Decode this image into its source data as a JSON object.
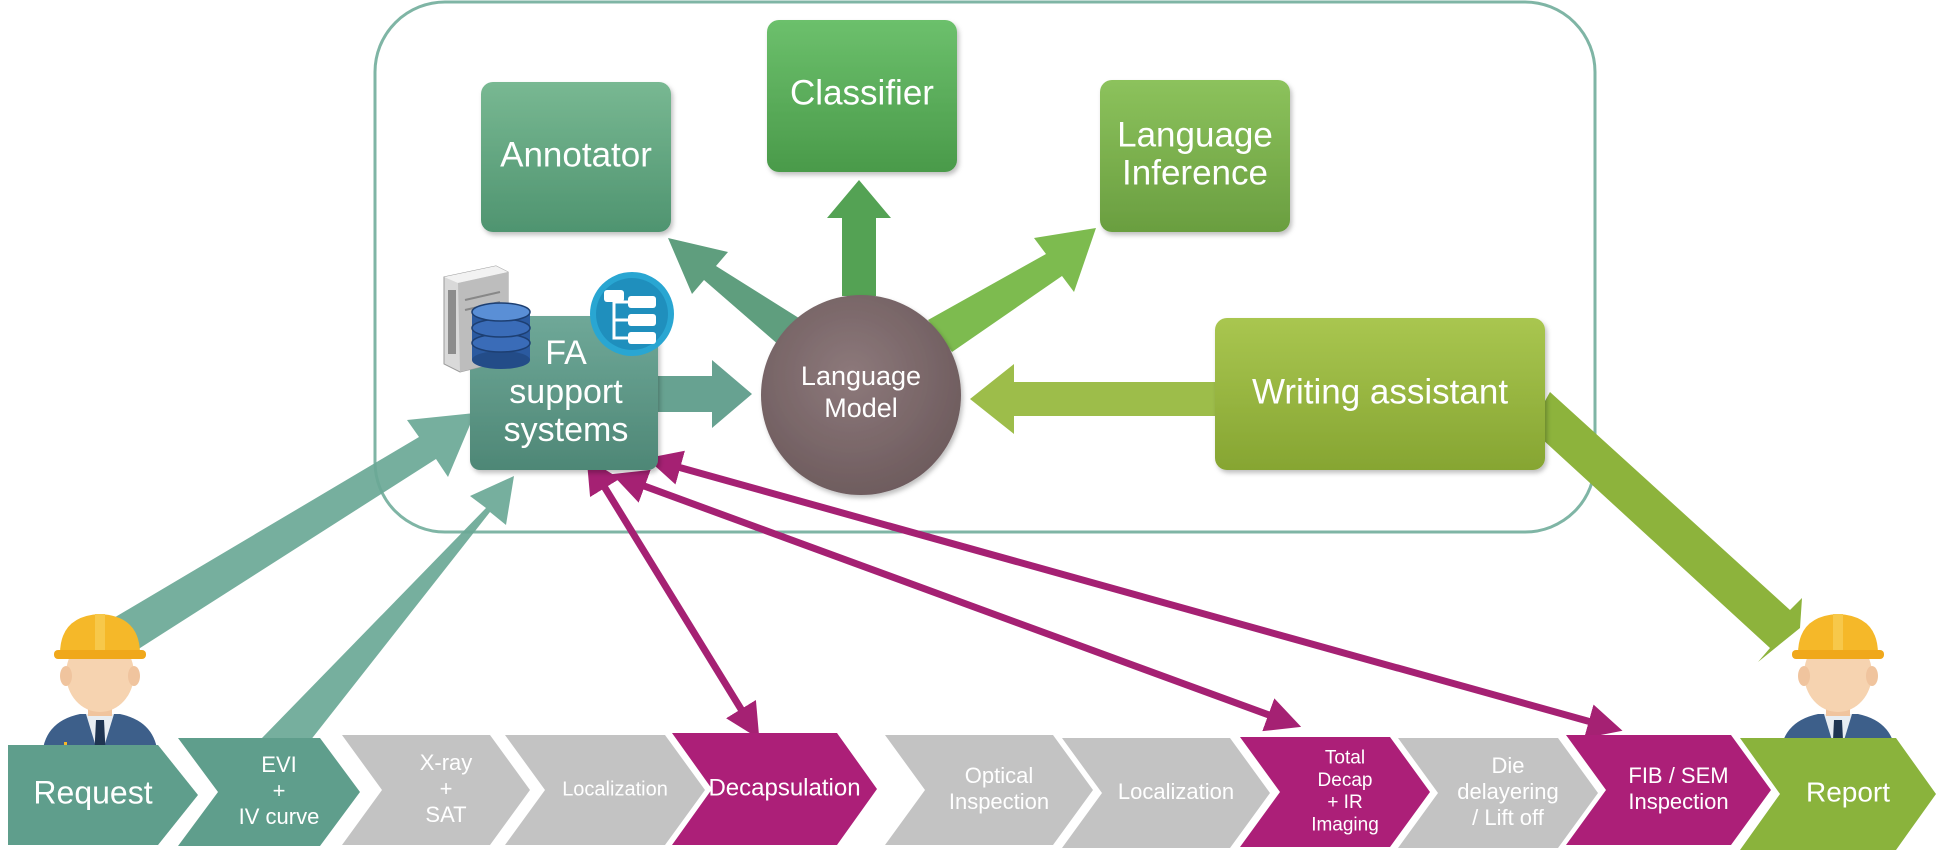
{
  "diagram": {
    "modules": {
      "annotator": "Annotator",
      "classifier": "Classifier",
      "language_inference_line1": "Language",
      "language_inference_line2": "Inference",
      "fa_support_line1": "FA",
      "fa_support_line2": "support",
      "fa_support_line3": "systems",
      "language_model_line1": "Language",
      "language_model_line2": "Model",
      "writing_assistant": "Writing assistant"
    },
    "process_steps": [
      {
        "lines": [
          "Request"
        ],
        "color": "teal"
      },
      {
        "lines": [
          "EVI",
          "+",
          "IV curve"
        ],
        "color": "teal"
      },
      {
        "lines": [
          "X-ray",
          "+",
          "SAT"
        ],
        "color": "gray"
      },
      {
        "lines": [
          "Localization"
        ],
        "color": "gray"
      },
      {
        "lines": [
          "Decapsulation"
        ],
        "color": "magenta"
      },
      {
        "lines": [
          "Optical",
          "Inspection"
        ],
        "color": "gray"
      },
      {
        "lines": [
          "Localization"
        ],
        "color": "gray"
      },
      {
        "lines": [
          "Total",
          "Decap",
          "+ IR",
          "Imaging"
        ],
        "color": "magenta"
      },
      {
        "lines": [
          "Die",
          "delayering",
          "/ Lift off"
        ],
        "color": "gray"
      },
      {
        "lines": [
          "FIB / SEM",
          "Inspection"
        ],
        "color": "magenta"
      },
      {
        "lines": [
          "Report"
        ],
        "color": "lime"
      }
    ],
    "colors": {
      "teal": "#5f9e8c",
      "gray": "#c3c3c3",
      "magenta": "#ac1f78",
      "lime": "#8ab33c",
      "model_circle": "#7b676a",
      "container_border": "#7fb5a5"
    }
  }
}
